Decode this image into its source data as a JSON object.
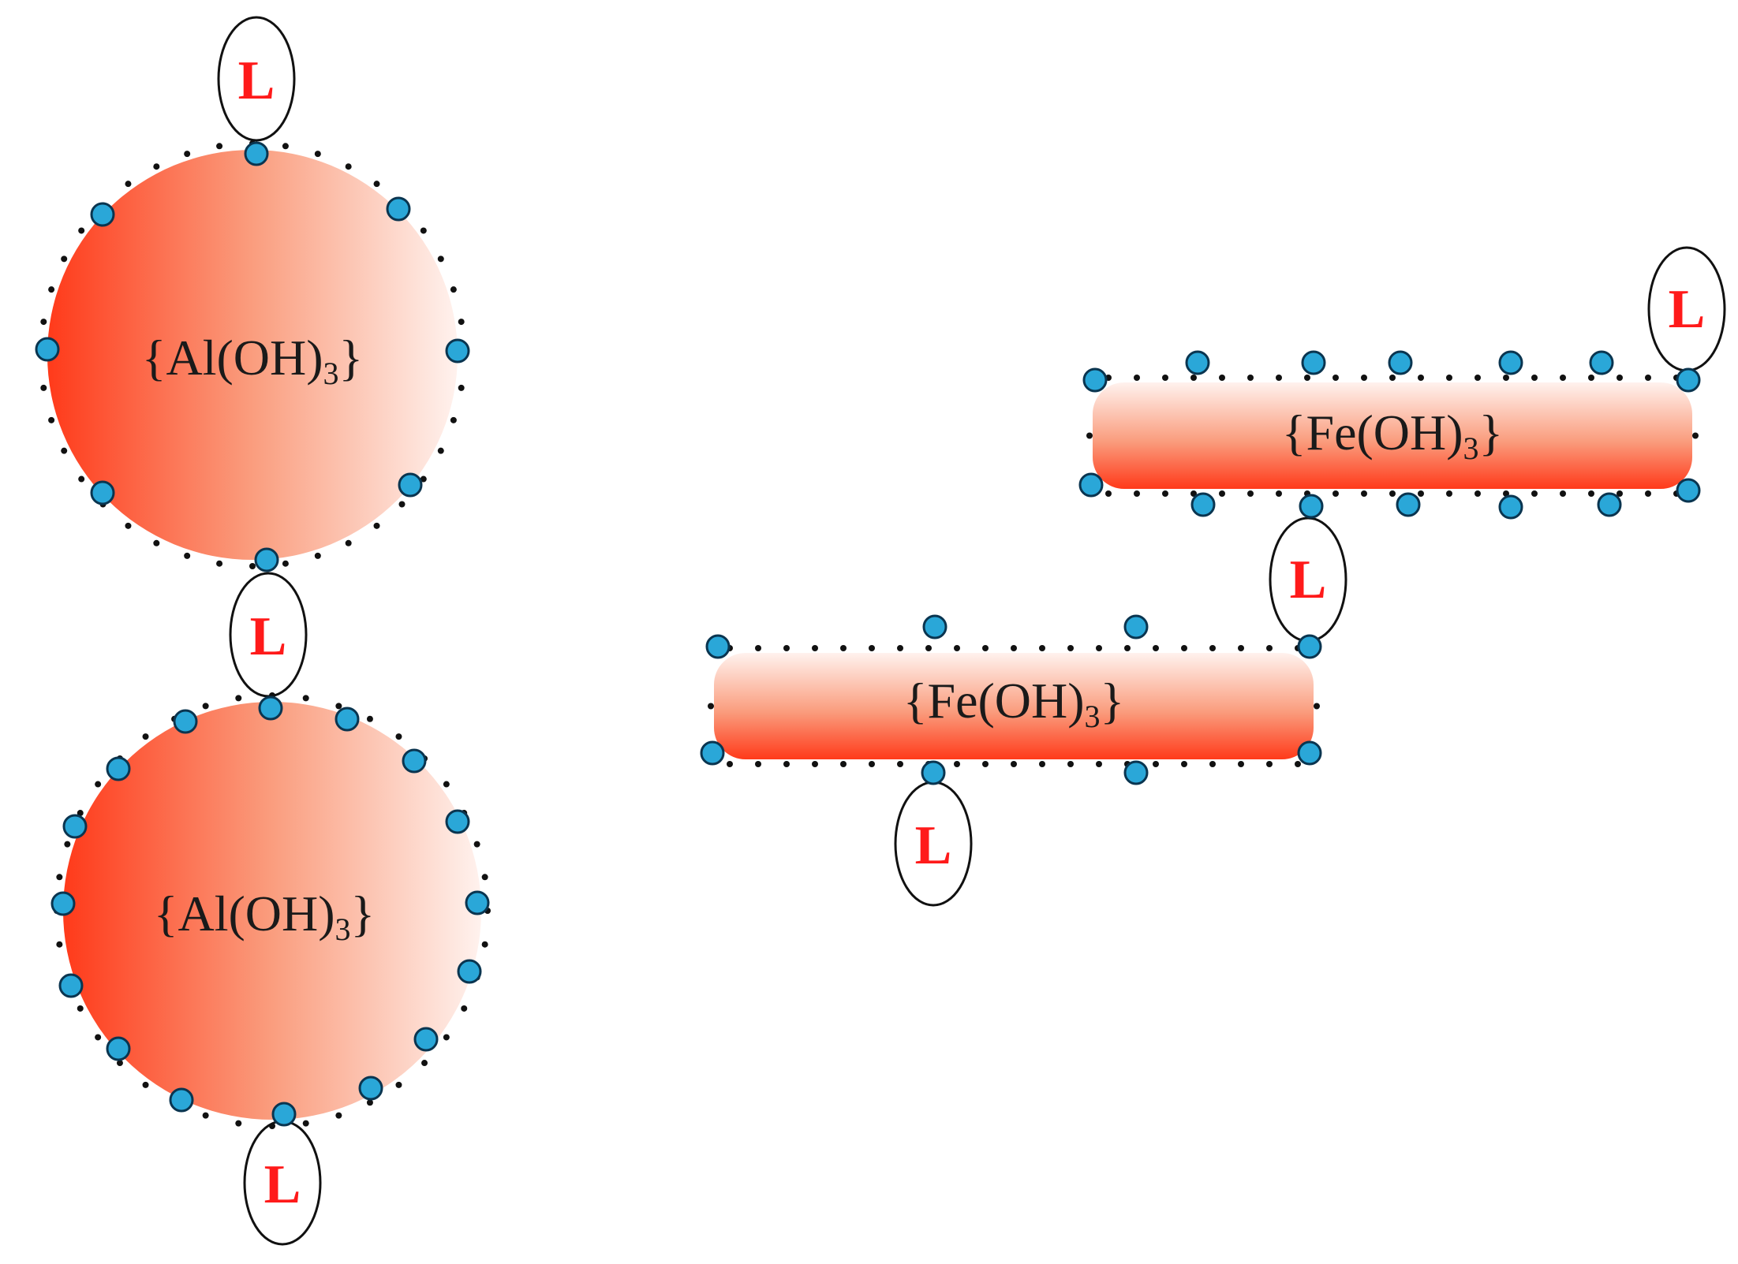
{
  "colors": {
    "particle_dark": "#ff3a1a",
    "particle_mid": "#fa9d7e",
    "particle_light": "#fff2ee",
    "site": "#2aa7d8",
    "site_stroke": "#0a3550",
    "ligand_text": "#ff1a1a",
    "dot": "#111111"
  },
  "particles": [
    {
      "name": "al-particle-top",
      "shape": "sphere",
      "formula": {
        "open": "{",
        "base": "Al(OH)",
        "sub": "3",
        "close": "}"
      }
    },
    {
      "name": "al-particle-bottom",
      "shape": "sphere",
      "formula": {
        "open": "{",
        "base": "Al(OH)",
        "sub": "3",
        "close": "}"
      }
    },
    {
      "name": "fe-particle-upper",
      "shape": "rod",
      "formula": {
        "open": "{",
        "base": "Fe(OH)",
        "sub": "3",
        "close": "}"
      }
    },
    {
      "name": "fe-particle-lower",
      "shape": "rod",
      "formula": {
        "open": "{",
        "base": "Fe(OH)",
        "sub": "3",
        "close": "}"
      }
    }
  ],
  "ligands": [
    {
      "name": "ligand-al-top",
      "label": "L"
    },
    {
      "name": "ligand-al-bridge",
      "label": "L"
    },
    {
      "name": "ligand-al-bottom",
      "label": "L"
    },
    {
      "name": "ligand-fe-right",
      "label": "L"
    },
    {
      "name": "ligand-fe-bridge",
      "label": "L"
    },
    {
      "name": "ligand-fe-bottom",
      "label": "L"
    }
  ]
}
